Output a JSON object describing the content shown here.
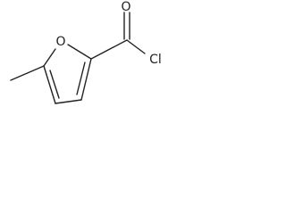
{
  "molecule": {
    "atoms": {
      "ring_oxygen": "O",
      "carbonyl_oxygen": "O",
      "chlorine": "Cl"
    }
  }
}
